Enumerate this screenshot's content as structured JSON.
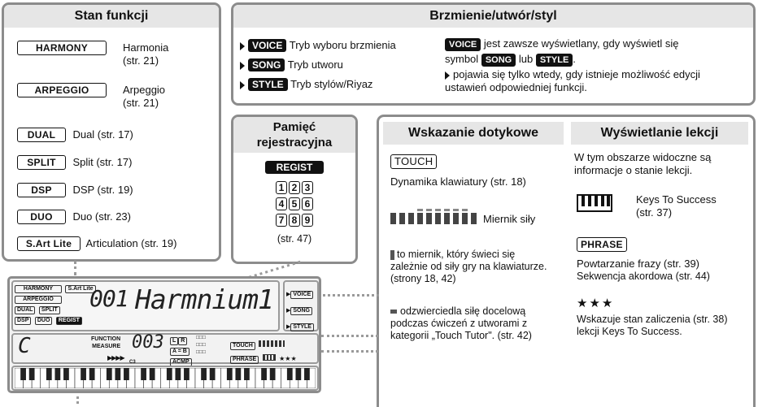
{
  "stan": {
    "title": "Stan funkcji",
    "items": [
      {
        "tag": "HARMONY",
        "desc": "Harmonia",
        "page": "(str. 21)"
      },
      {
        "tag": "ARPEGGIO",
        "desc": "Arpeggio",
        "page": "(str. 21)"
      },
      {
        "tag": "DUAL",
        "desc": "Dual (str. 17)"
      },
      {
        "tag": "SPLIT",
        "desc": "Split (str. 17)"
      },
      {
        "tag": "DSP",
        "desc": "DSP (str. 19)"
      },
      {
        "tag": "DUO",
        "desc": "Duo (str. 23)"
      },
      {
        "tag": "S.Art Lite",
        "desc": "Articulation (str. 19)"
      }
    ]
  },
  "brzmienie": {
    "title": "Brzmienie/utwór/styl",
    "rows": [
      {
        "tag": "VOICE",
        "desc": "Tryb wyboru brzmienia"
      },
      {
        "tag": "SONG",
        "desc": "Tryb utworu"
      },
      {
        "tag": "STYLE",
        "desc": "Tryb stylów/Riyaz"
      }
    ],
    "note_voice": "VOICE",
    "note_1": "jest zawsze wyświetlany, gdy wyświetl się",
    "note_2a": "symbol",
    "note_song": "SONG",
    "note_2b": "lub",
    "note_style": "STYLE",
    "note_2c": ".",
    "note_3": "pojawia się tylko wtedy, gdy istnieje możliwość edycji",
    "note_4": "ustawień odpowiedniej funkcji."
  },
  "pamiec": {
    "title_1": "Pamięć",
    "title_2": "rejestracyjna",
    "tag": "REGIST",
    "numbers": [
      "1",
      "2",
      "3",
      "4",
      "5",
      "6",
      "7",
      "8",
      "9"
    ],
    "page": "(str. 47)"
  },
  "dotyk": {
    "title": "Wskazanie dotykowe",
    "tag": "TOUCH",
    "desc": "Dynamika klawiatury (str. 18)",
    "meter_label": "Miernik siły",
    "para1": "to miernik, który świeci się zależnie od siły gry na klawiaturze. (strony 18, 42)",
    "para2": "odzwierciedla siłę docelową podczas ćwiczeń z utworami z kategorii „Touch Tutor\". (str. 42)"
  },
  "lekcje": {
    "title": "Wyświetlanie lekcji",
    "intro": "W tym obszarze widoczne są informacje o stanie lekcji.",
    "kts_label": "Keys To Success",
    "kts_page": "(str. 37)",
    "tag": "PHRASE",
    "phrase_1": "Powtarzanie frazy (str. 39)",
    "phrase_2": "Sekwencja akordowa (str. 44)",
    "stars": "★★★",
    "stars_desc": "Wskazuje stan zaliczenia (str. 38) lekcji Keys To Success."
  },
  "lcd": {
    "harmony": "HARMONY",
    "arpeggio": "ARPEGGIO",
    "dual": "DUAL",
    "split": "SPLIT",
    "dsp": "DSP",
    "duo": "DUO",
    "sart": "S.Art Lite",
    "regist": "REGIST",
    "number": "001",
    "name": "Harmnium1",
    "voice": "VOICE",
    "song": "SONG",
    "style": "STYLE",
    "chord": "C",
    "function": "FUNCTION",
    "measure": "MEASURE",
    "measure_num": "003",
    "l": "L",
    "r": "R",
    "ab": "A = B",
    "acmp": "ACMP",
    "c3": "C3",
    "touch": "TOUCH",
    "phrase": "PHRASE",
    "stars": "★★★"
  }
}
